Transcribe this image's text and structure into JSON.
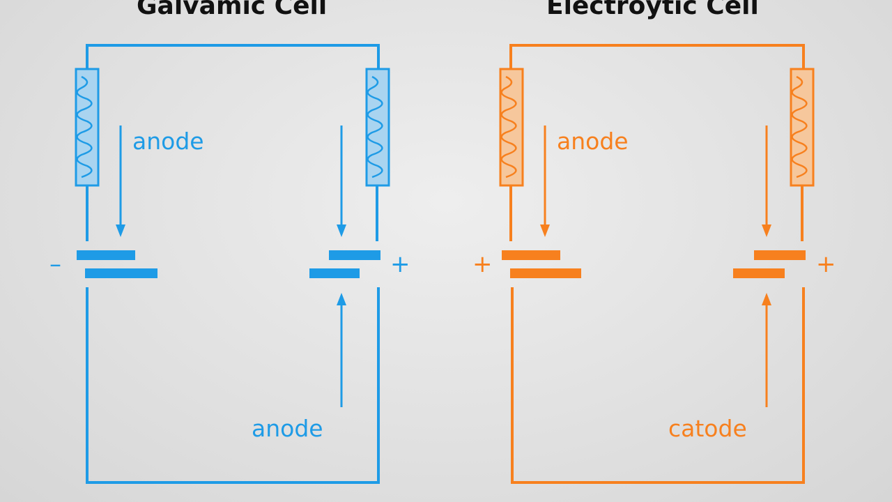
{
  "colors": {
    "galvanic": "#1e9be6",
    "electrolytic": "#f7801e",
    "title": "#111111"
  },
  "galvanic": {
    "title": "Galvamic Cell",
    "label_top": "anode",
    "label_bottom": "anode",
    "sign_left": "–",
    "sign_right": "+"
  },
  "electrolytic": {
    "title": "Electroytic Cell",
    "label_top": "anode",
    "label_bottom": "catode",
    "sign_left": "+",
    "sign_right": "+"
  }
}
